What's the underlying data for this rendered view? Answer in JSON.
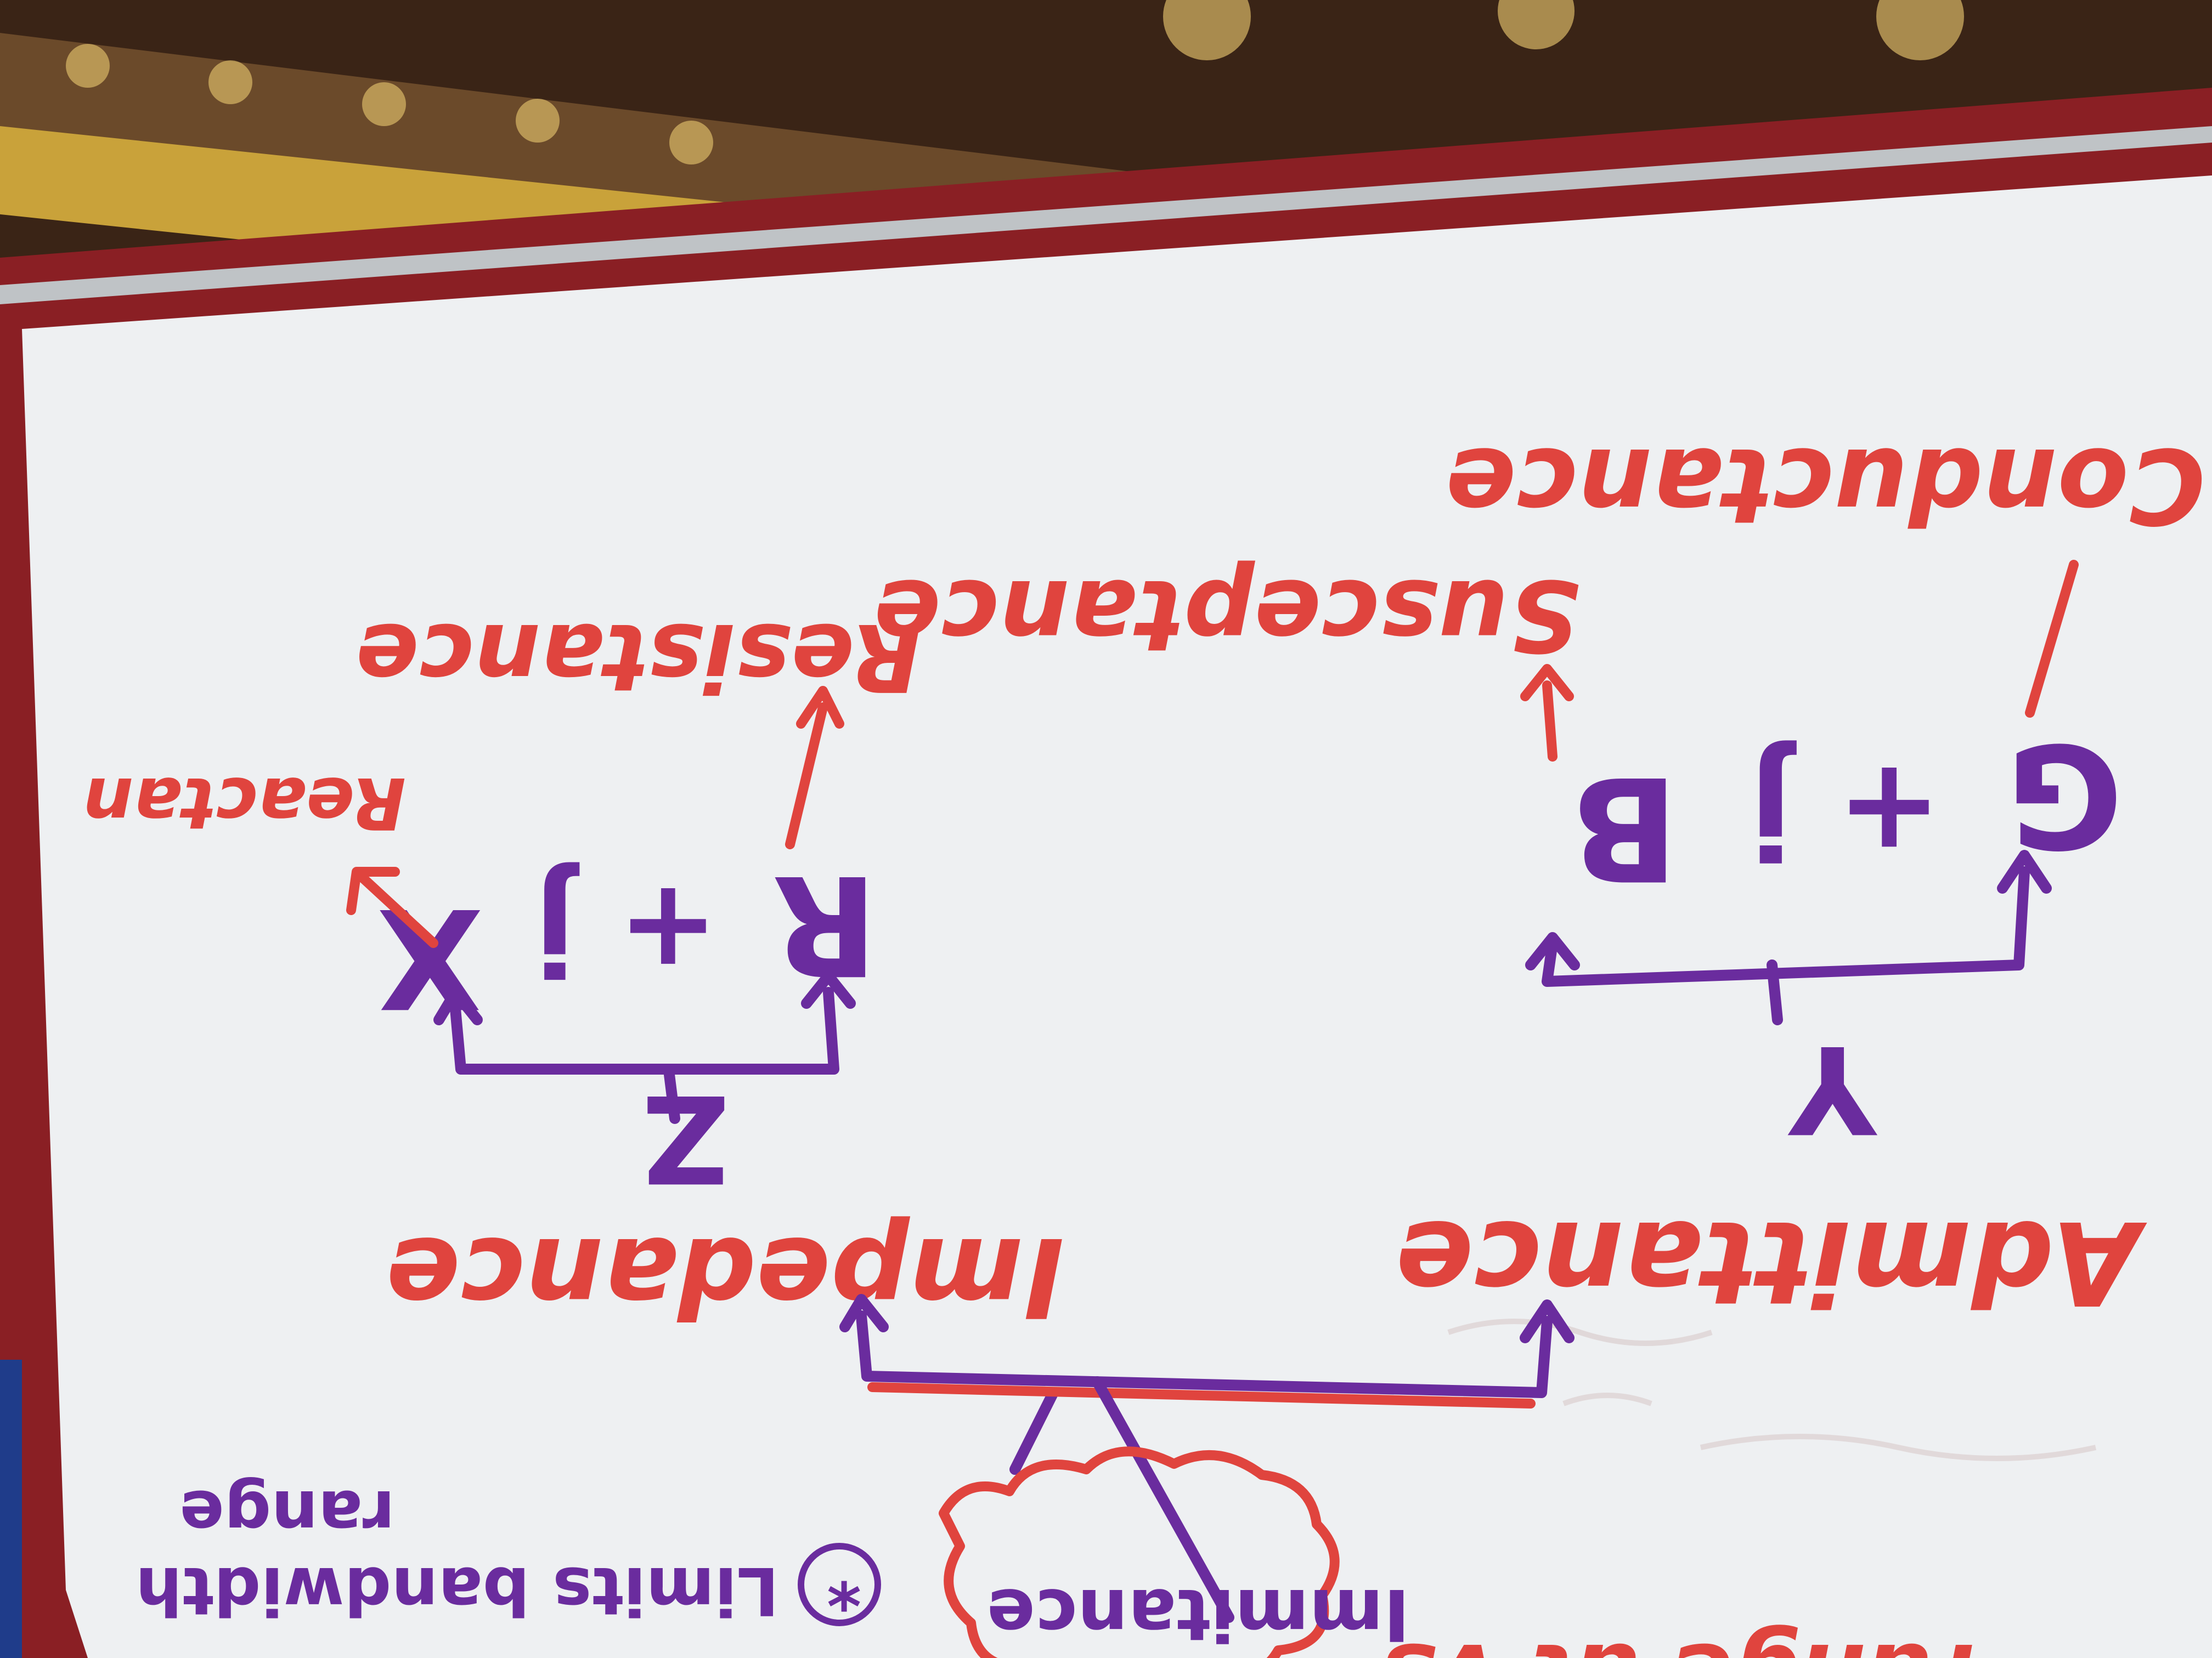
{
  "photo": {
    "subject": "handwritten notes on whiteboard, photographed upside down"
  },
  "notes": {
    "impedance": "Impedance",
    "admittance": "Admittance",
    "immitance": "Immitance",
    "z_symbol": "Z",
    "y_symbol": "Y",
    "z_formula": {
      "r": "R",
      "plus_j": "+ j",
      "x": "X"
    },
    "y_formula": {
      "g": "G",
      "plus_j": "+ j",
      "b": "B"
    },
    "resistance": "Resistance",
    "reactance": "Reactan",
    "conductance": "Conductance",
    "susceptance": "Susceptance",
    "note_bandwidth_line1": "Limits bandwidth",
    "note_bandwidth_line2": "range",
    "star_marker": "*",
    "bottom_partial": "range at vs"
  },
  "colors": {
    "red_ink": "#e0443e",
    "purple_ink": "#6a2c9e",
    "board": "#eef0f2",
    "frame": "#8a1f24",
    "wall": "#c9a23a"
  }
}
